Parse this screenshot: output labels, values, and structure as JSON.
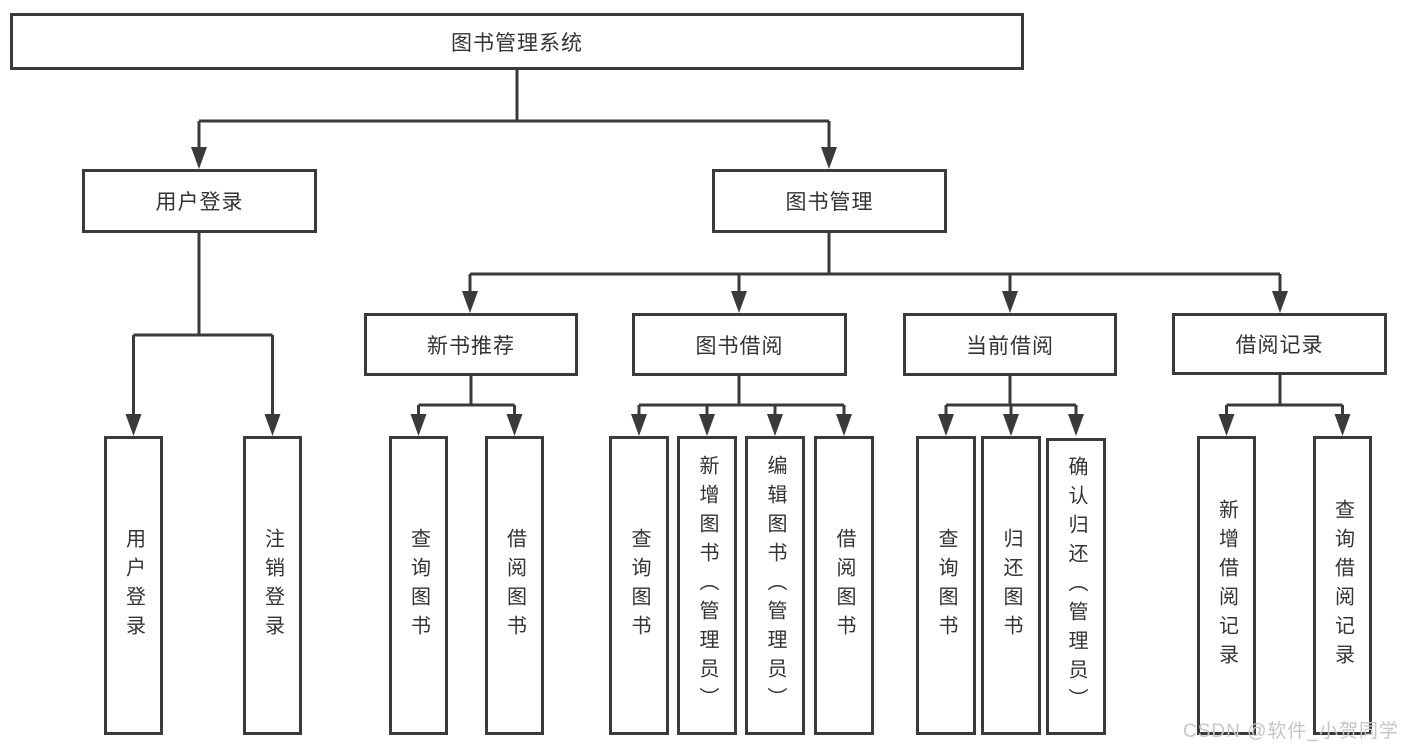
{
  "tree": {
    "root": {
      "label": "图书管理系统"
    },
    "children": [
      {
        "label": "用户登录",
        "children": [
          {
            "label": "用户登录"
          },
          {
            "label": "注销登录"
          }
        ]
      },
      {
        "label": "图书管理",
        "children": [
          {
            "label": "新书推荐",
            "children": [
              {
                "label": "查询图书"
              },
              {
                "label": "借阅图书"
              }
            ]
          },
          {
            "label": "图书借阅",
            "children": [
              {
                "label": "查询图书"
              },
              {
                "label": "新增图书（管理员）"
              },
              {
                "label": "编辑图书（管理员）"
              },
              {
                "label": "借阅图书"
              }
            ]
          },
          {
            "label": "当前借阅",
            "children": [
              {
                "label": "查询图书"
              },
              {
                "label": "归还图书"
              },
              {
                "label": "确认归还（管理员）"
              }
            ]
          },
          {
            "label": "借阅记录",
            "children": [
              {
                "label": "新增借阅记录"
              },
              {
                "label": "查询借阅记录"
              }
            ]
          }
        ]
      }
    ]
  },
  "watermark": "CSDN @软件_小贺同学",
  "colors": {
    "line": "#3a3a3a",
    "text": "#333333",
    "watermark": "#c6c6c6",
    "background": "#ffffff"
  }
}
